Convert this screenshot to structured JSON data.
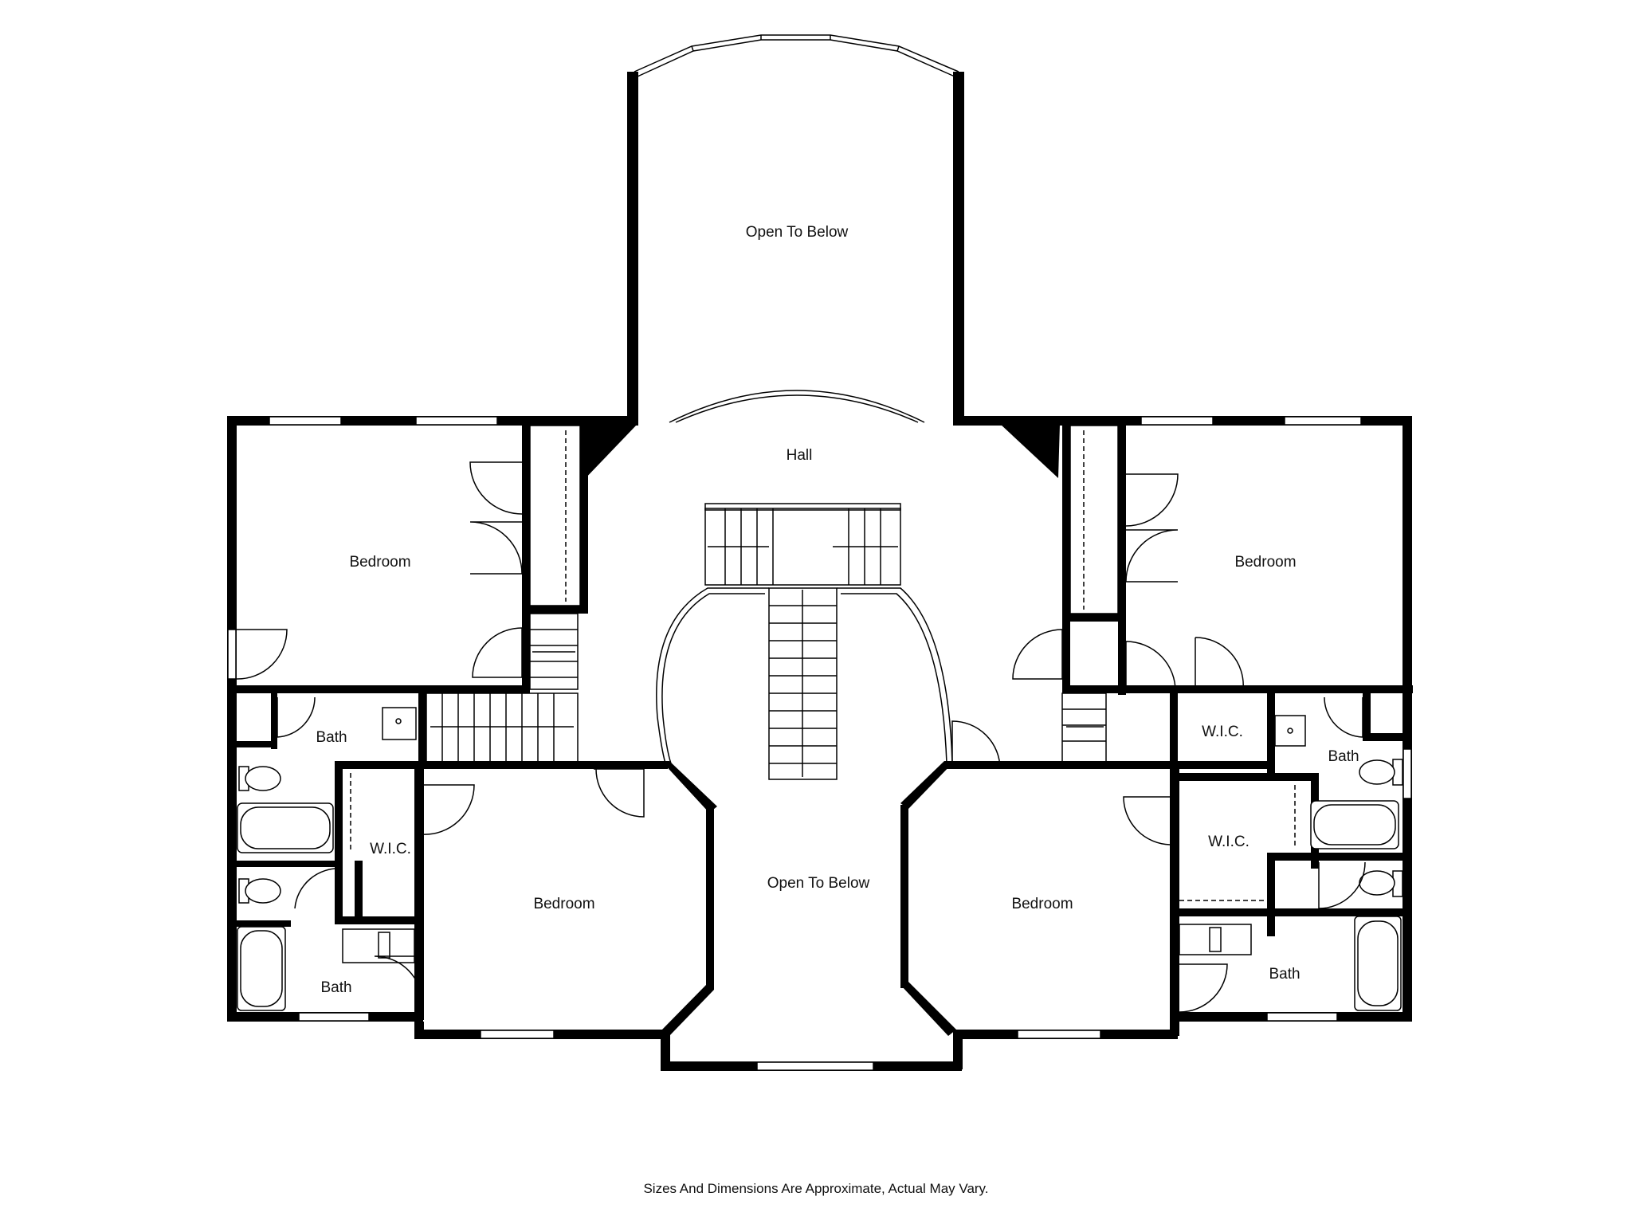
{
  "rooms": {
    "open_top": "Open To Below",
    "hall": "Hall",
    "bedroom_nw": "Bedroom",
    "bedroom_ne": "Bedroom",
    "bath_w_upper": "Bath",
    "wic_w": "W.I.C.",
    "bath_w_lower": "Bath",
    "bedroom_sw": "Bedroom",
    "open_center": "Open To Below",
    "bedroom_se": "Bedroom",
    "wic_e_upper": "W.I.C.",
    "bath_e_upper": "Bath",
    "wic_e_lower": "W.I.C.",
    "bath_e_lower": "Bath"
  },
  "footer": {
    "disclaimer": "Sizes And Dimensions Are Approximate, Actual May Vary."
  }
}
